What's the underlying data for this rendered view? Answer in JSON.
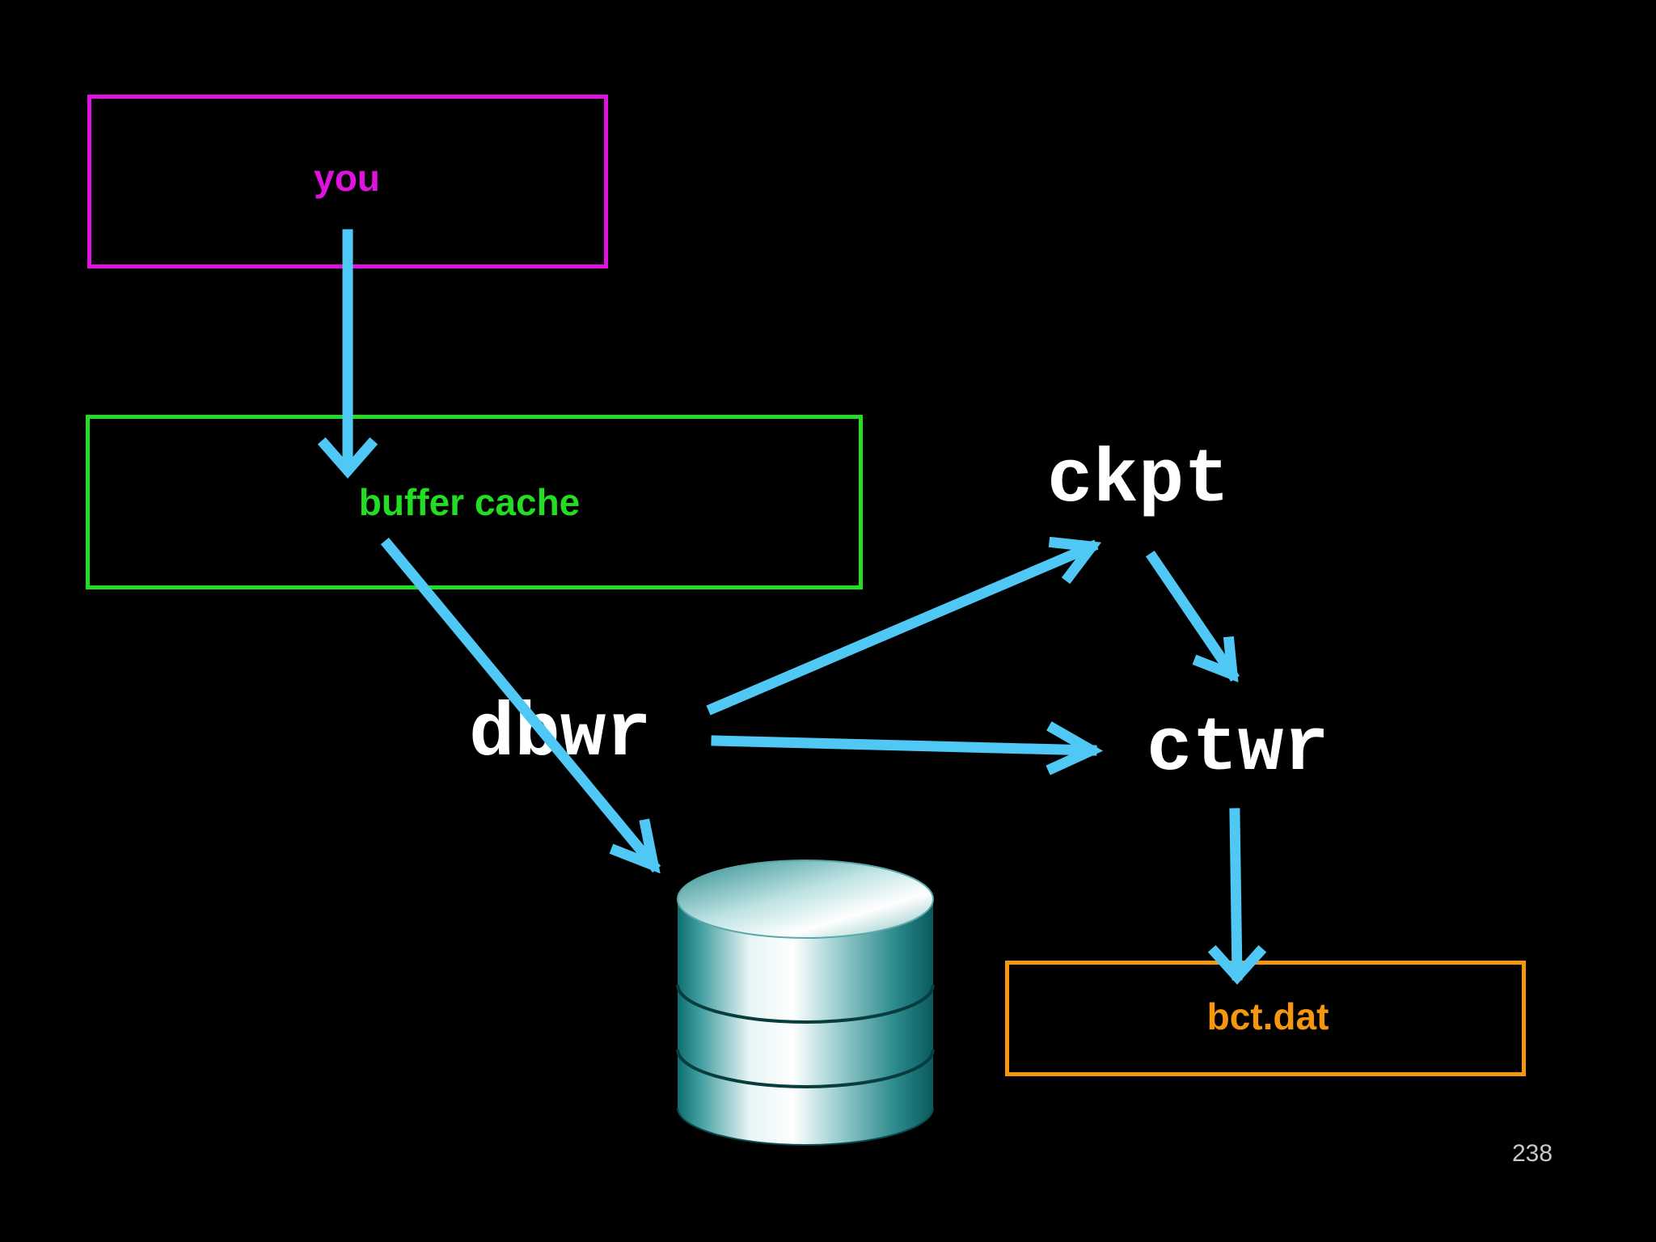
{
  "slide": {
    "page_number": "238"
  },
  "boxes": {
    "you": "you",
    "buffer_cache": "buffer cache",
    "bct_dat": "bct.dat"
  },
  "processes": {
    "ckpt": "ckpt",
    "dbwr": "dbwr",
    "ctwr": "ctwr"
  },
  "colors": {
    "background": "#000000",
    "you_box": "#e012e0",
    "buffer_cache_box": "#22dd22",
    "bct_box": "#f5960f",
    "arrows": "#4fc8f5",
    "process_text": "#ffffff"
  },
  "icons": {
    "database": "database-cylinder-icon"
  }
}
